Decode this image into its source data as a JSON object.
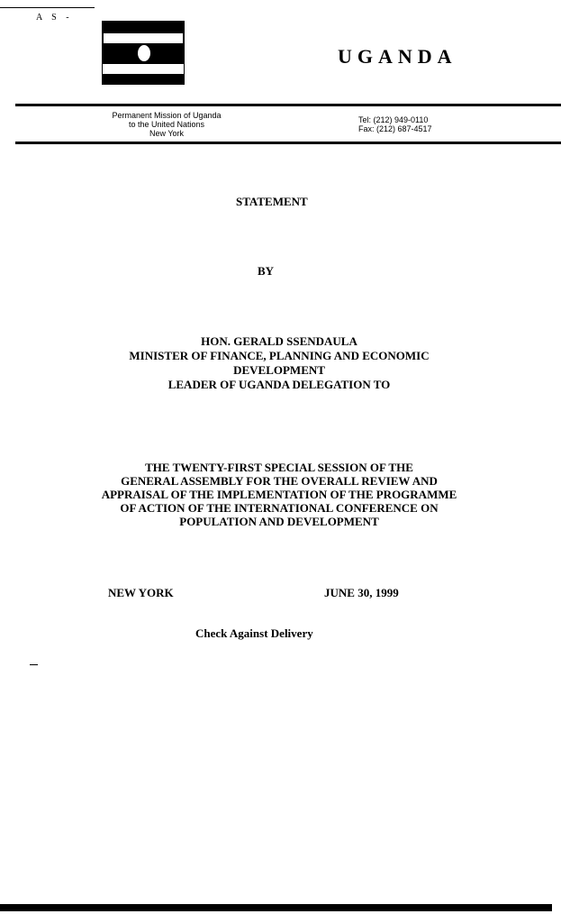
{
  "corner_marks": "A S -",
  "letterhead": {
    "country": "UGANDA",
    "mission_lines": [
      "Permanent Mission of Uganda",
      "to the United Nations",
      "New York"
    ],
    "tel": "Tel: (212) 949-0110",
    "fax": "Fax: (212) 687-4517"
  },
  "statement": "STATEMENT",
  "by": "BY",
  "speaker_lines": [
    "HON. GERALD SSENDAULA",
    "MINISTER OF FINANCE, PLANNING AND ECONOMIC",
    "DEVELOPMENT",
    "LEADER OF UGANDA DELEGATION TO"
  ],
  "session_lines": [
    "THE TWENTY-FIRST SPECIAL SESSION OF THE",
    "GENERAL ASSEMBLY FOR THE OVERALL REVIEW AND",
    "APPRAISAL OF THE IMPLEMENTATION OF THE PROGRAMME",
    "OF ACTION OF THE INTERNATIONAL CONFERENCE ON",
    "POPULATION AND DEVELOPMENT"
  ],
  "place": "NEW YORK",
  "date": "JUNE 30, 1999",
  "note": "Check Against Delivery"
}
